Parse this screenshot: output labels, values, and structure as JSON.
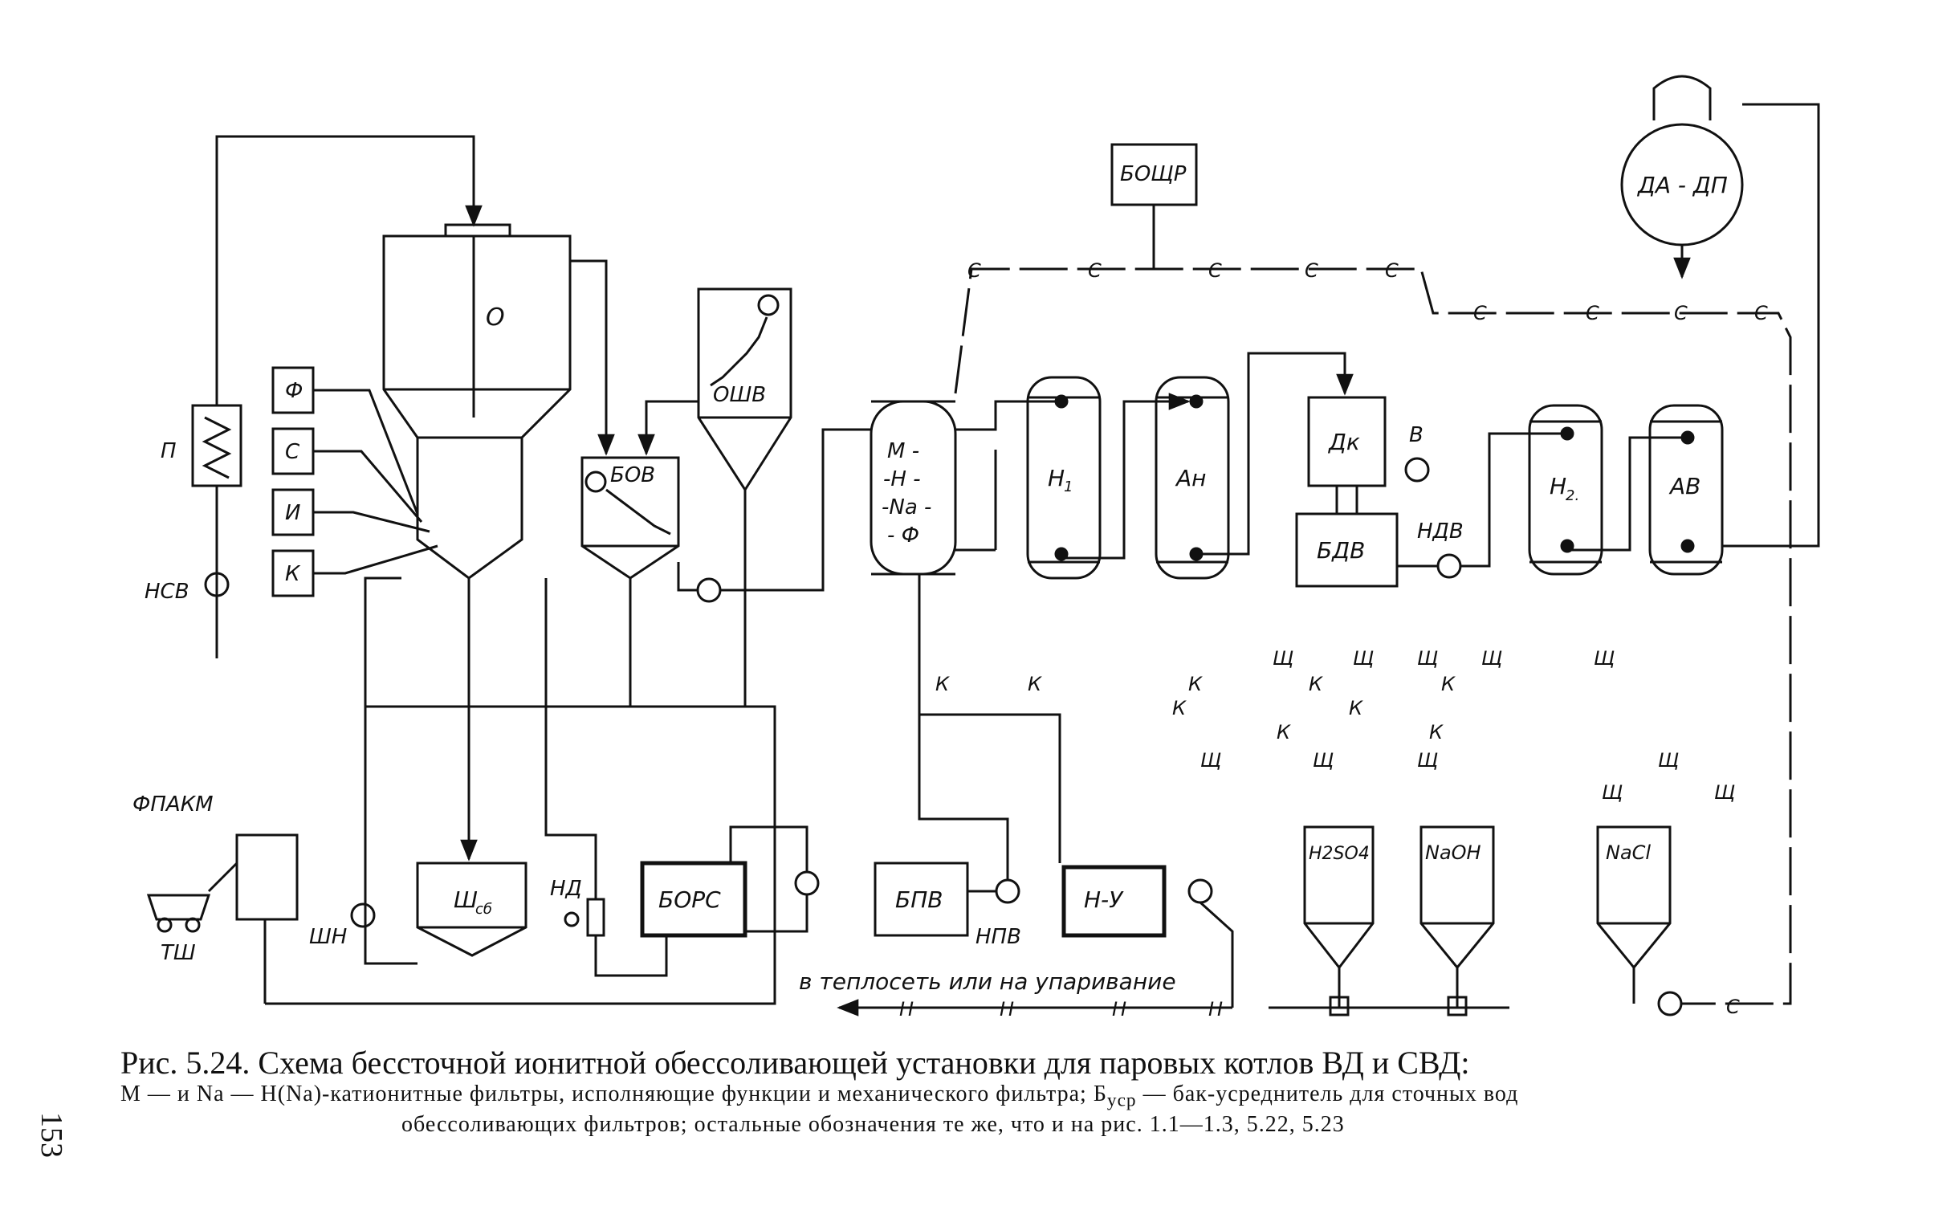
{
  "labels": {
    "O": "O",
    "OSHV": "ОШВ",
    "BOV": "БОВ",
    "M_filter": [
      "М -",
      "-Н -",
      "-Na -",
      "- Ф"
    ],
    "H1": "H",
    "H1_sub": "1",
    "An": "Ан",
    "DK": "Дк",
    "V": "В",
    "BDV": "БДВ",
    "NDV": "НДВ",
    "H2": "H",
    "H2_sub": "2.",
    "AV": "АВ",
    "DA_DP": "ДА - ДП",
    "BOSCHR": "БОЩР",
    "F": "Ф",
    "S": "С",
    "I": "И",
    "K": "К",
    "P": "П",
    "NSV": "НСВ",
    "FPAKM": "ФПАКМ",
    "TSH": "ТШ",
    "SHN": "ШН",
    "SHsb": "Ш",
    "SHsb_sub": "сб",
    "ND": "НД",
    "BORS": "БОРС",
    "BPV": "БПВ",
    "NPV": "НПВ",
    "N_U": "Н-У",
    "H2SO4": "H2SO4",
    "NaOH": "NaOH",
    "NaCl": "NaCl",
    "teploset": "в теплосеть или на упаривание",
    "N": "Н",
    "Kl": "К",
    "Sl": "С",
    "Shl": "Щ"
  },
  "caption": {
    "title": "Рис. 5.24. Схема бессточной ионитной обессоливающей установки для паровых котлов ВД и СВД:",
    "line1": "М — и Na — Н(Na)-катионитные фильтры, исполняющие функции и механического фильтра; Б",
    "line1_sub": "уср",
    "line1_end": " — бак-усреднитель для сточных вод",
    "line2": "обессоливающих фильтров; остальные обозначения те же, что и на рис. 1.1—1.3, 5.22, 5.23"
  },
  "page_number": "153"
}
